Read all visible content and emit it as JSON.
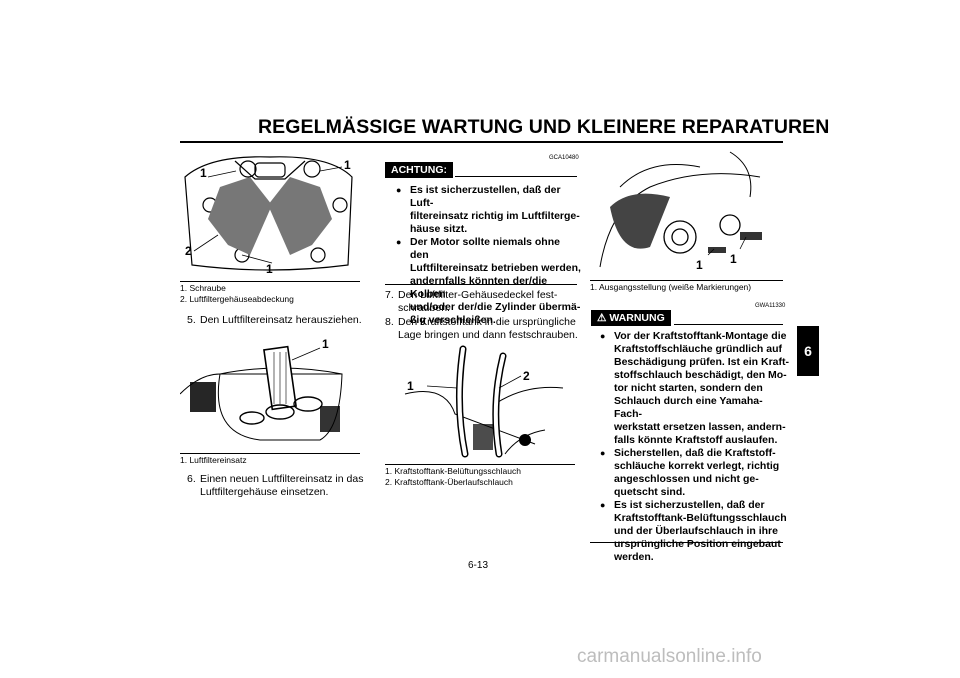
{
  "header": {
    "title": "REGELMÄSSIGE WARTUNG UND KLEINERE REPARATUREN",
    "chapter": "6"
  },
  "col1": {
    "figure1": {
      "callouts": [
        "1",
        "1",
        "2",
        "1"
      ]
    },
    "caption1": [
      "1. Schraube",
      "2. Luftfiltergehäuseabdeckung"
    ],
    "step5": {
      "num": "5.",
      "text": "Den Luftfiltereinsatz herausziehen."
    },
    "figure2": {
      "callouts": [
        "1"
      ]
    },
    "caption2": [
      "1. Luftfiltereinsatz"
    ],
    "step6": {
      "num": "6.",
      "line1": "Einen neuen Luftfiltereinsatz in das",
      "line2": "Luftfiltergehäuse einsetzen."
    }
  },
  "col2": {
    "code": "GCA10480",
    "label": "ACHTUNG:",
    "bullets": [
      [
        "Es ist sicherzustellen, daß der Luft-",
        "filtereinsatz richtig im Luftfilterge-",
        "häuse sitzt."
      ],
      [
        "Der Motor sollte niemals ohne den",
        "Luftfiltereinsatz betrieben werden,",
        "andernfalls könnten der/die Kolben",
        "und/oder der/die Zylinder übermä-",
        "ßig verschleißen."
      ]
    ],
    "step7": {
      "num": "7.",
      "line1": "Den Luftfilter-Gehäusedeckel fest-",
      "line2": "schrauben."
    },
    "step8": {
      "num": "8.",
      "line1": "Den Kraftstofftank in die ursprüngliche",
      "line2": "Lage bringen und dann festschrauben."
    },
    "figure3": {
      "callouts": [
        "1",
        "2"
      ]
    },
    "caption3": [
      "1. Kraftstofftank-Belüftungsschlauch",
      "2. Kraftstofftank-Überlaufschlauch"
    ]
  },
  "col3": {
    "figure4": {
      "callouts": [
        "1",
        "1"
      ]
    },
    "caption4": [
      "1. Ausgangsstellung (weiße Markierungen)"
    ],
    "code": "GWA11330",
    "label": "WARNUNG",
    "bullets": [
      [
        "Vor der Kraftstofftank-Montage die",
        "Kraftstoffschläuche gründlich auf",
        "Beschädigung prüfen. Ist ein Kraft-",
        "stoffschlauch beschädigt, den Mo-",
        "tor nicht starten, sondern den",
        "Schlauch durch eine Yamaha-Fach-",
        "werkstatt ersetzen lassen, andern-",
        "falls könnte Kraftstoff auslaufen."
      ],
      [
        "Sicherstellen, daß die Kraftstoff-",
        "schläuche korrekt verlegt, richtig",
        "angeschlossen und nicht ge-",
        "quetscht sind."
      ],
      [
        "Es ist sicherzustellen, daß der",
        "Kraftstofftank-Belüftungsschlauch",
        "und der Überlaufschlauch in ihre",
        "ursprüngliche Position eingebaut",
        "werden."
      ]
    ]
  },
  "footer": {
    "page_number": "6-13",
    "watermark": "carmanualsonline.info"
  }
}
